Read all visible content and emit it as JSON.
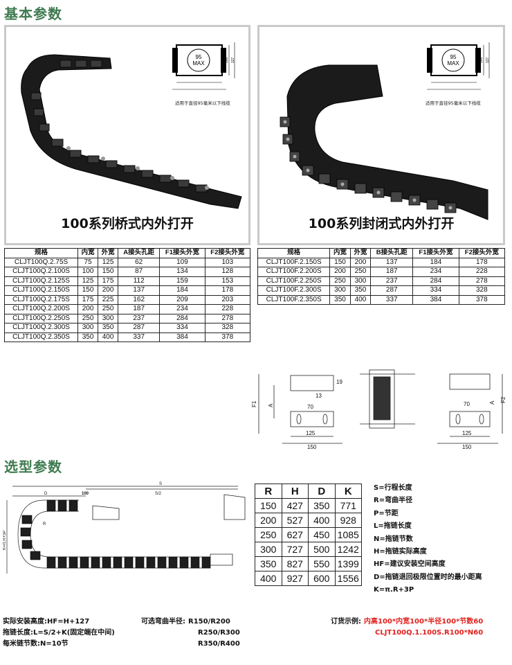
{
  "sections": {
    "basic_title": "基本参数",
    "selection_title": "选型参数"
  },
  "panels": {
    "left": {
      "caption": "100系列桥式内外打开",
      "dim_label": "95\nMAX",
      "dim_max_line1": "95",
      "dim_max_line2": "MAX",
      "note": "适用于直径95毫米以下线缆",
      "dim_side_a": "100",
      "dim_side_b": "127"
    },
    "right": {
      "caption": "100系列封闭式内外打开",
      "dim_max_line1": "95",
      "dim_max_line2": "MAX",
      "note": "适用于直径95毫米以下线缆",
      "dim_side_a": "100",
      "dim_side_b": "127"
    }
  },
  "table_bridge": {
    "headers": [
      "规格",
      "内宽",
      "外宽",
      "A接头孔距",
      "F1接头外宽",
      "F2接头外宽"
    ],
    "rows": [
      [
        "CLJT100Q.2.75S",
        "75",
        "125",
        "62",
        "109",
        "103"
      ],
      [
        "CLJT100Q.2.100S",
        "100",
        "150",
        "87",
        "134",
        "128"
      ],
      [
        "CLJT100Q.2.125S",
        "125",
        "175",
        "112",
        "159",
        "153"
      ],
      [
        "CLJT100Q.2.150S",
        "150",
        "200",
        "137",
        "184",
        "178"
      ],
      [
        "CLJT100Q.2.175S",
        "175",
        "225",
        "162",
        "209",
        "203"
      ],
      [
        "CLJT100Q.2.200S",
        "200",
        "250",
        "187",
        "234",
        "228"
      ],
      [
        "CLJT100Q.2.250S",
        "250",
        "300",
        "237",
        "284",
        "278"
      ],
      [
        "CLJT100Q.2.300S",
        "300",
        "350",
        "287",
        "334",
        "328"
      ],
      [
        "CLJT100Q.2.350S",
        "350",
        "400",
        "337",
        "384",
        "378"
      ]
    ]
  },
  "table_closed": {
    "headers": [
      "规格",
      "内宽",
      "外宽",
      "B接头孔距",
      "F1接头外宽",
      "F2接头外宽"
    ],
    "rows": [
      [
        "CLJT100F.2.150S",
        "150",
        "200",
        "137",
        "184",
        "178"
      ],
      [
        "CLJT100F.2.200S",
        "200",
        "250",
        "187",
        "234",
        "228"
      ],
      [
        "CLJT100F.2.250S",
        "250",
        "300",
        "237",
        "284",
        "278"
      ],
      [
        "CLJT100F.2.300S",
        "300",
        "350",
        "287",
        "334",
        "328"
      ],
      [
        "CLJT100F.2.350S",
        "350",
        "400",
        "337",
        "384",
        "378"
      ]
    ]
  },
  "bracket_dims": {
    "left": {
      "f": "F1",
      "a": "A",
      "d19": "19",
      "d13": "13",
      "d70": "70",
      "d125": "125",
      "d150": "150"
    },
    "right": {
      "f": "F2",
      "a": "A",
      "d70": "70",
      "d125": "125",
      "d150": "150"
    }
  },
  "selection_diagram": {
    "s": "S",
    "d": "D",
    "d100": "100",
    "s2": "S/2",
    "k": "K=π.R+3P",
    "r": "R"
  },
  "table_select": {
    "headers": [
      "R",
      "H",
      "D",
      "K"
    ],
    "rows": [
      [
        "150",
        "427",
        "350",
        "771"
      ],
      [
        "200",
        "527",
        "400",
        "928"
      ],
      [
        "250",
        "627",
        "450",
        "1085"
      ],
      [
        "300",
        "727",
        "500",
        "1242"
      ],
      [
        "350",
        "827",
        "550",
        "1399"
      ],
      [
        "400",
        "927",
        "600",
        "1556"
      ]
    ]
  },
  "legend": [
    "S=行程长度",
    "R=弯曲半径",
    "P=节距",
    "L=拖链长度",
    "N=拖链节数",
    "H=拖链实际高度",
    "HF=建议安装空间高度",
    "D=拖链退回极限位置时的最小距离",
    "K=π.R+3P"
  ],
  "bottom": {
    "install_height": "实际安装高度:HF=H+127",
    "chain_length": "拖链长度:L=S/2+K(固定端在中间)",
    "links_per_meter": "每米链节数:N=10节",
    "radius_label": "可选弯曲半径:",
    "radius_1": "R150/R200",
    "radius_2": "R250/R300",
    "radius_3": "R350/R400",
    "order_label": "订货示例:",
    "order_line1": "内高100*内宽100*半径100*节数60",
    "order_line2": "CLJT100Q.1.100S.R100*N60"
  },
  "colors": {
    "title_green": "#3e7a4f",
    "order_red": "#e0201c",
    "panel_border": "#c9c9c9"
  }
}
